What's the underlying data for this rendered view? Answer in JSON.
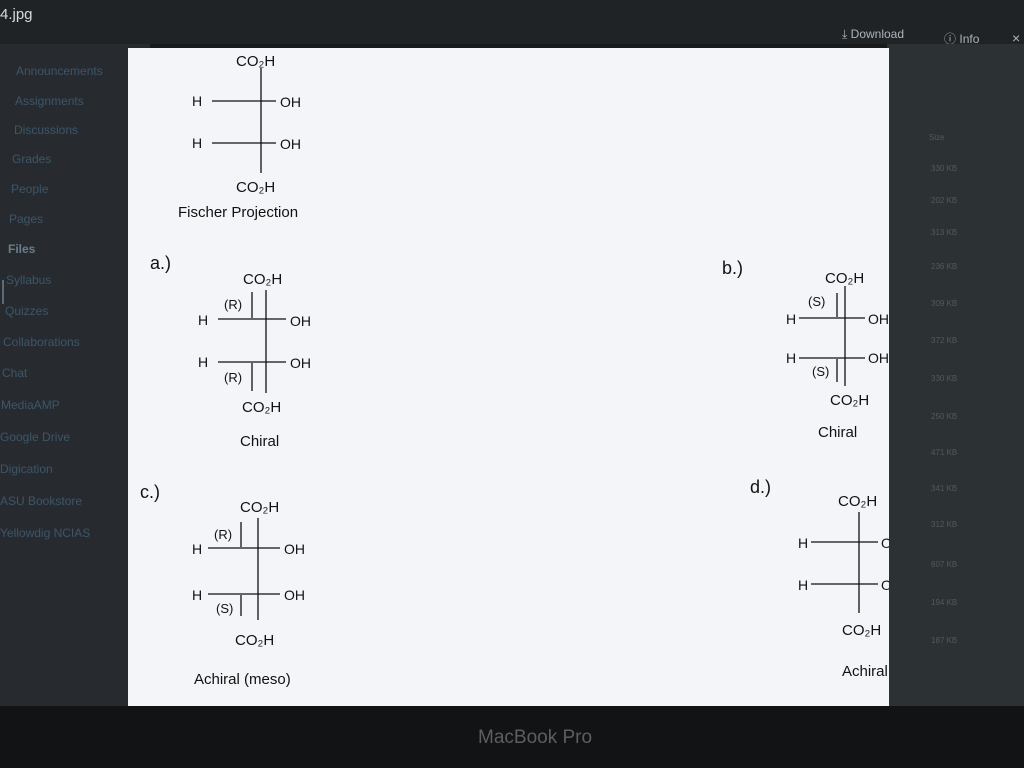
{
  "file": {
    "name": "4.jpg",
    "download_label": "Download",
    "info_label": "Info",
    "close_label": "×"
  },
  "sidebar": {
    "items": [
      "Announcements",
      "Assignments",
      "Discussions",
      "Grades",
      "People",
      "Pages",
      "Files",
      "Syllabus",
      "Quizzes",
      "Collaborations",
      "Chat",
      "MediaAMP",
      "Google Drive",
      "Digication",
      "ASU Bookstore",
      "Yellowdig NCIAS"
    ]
  },
  "file_sizes": [
    "330 KB",
    "202 KB",
    "313 KB",
    "236 KB",
    "309 KB",
    "372 KB",
    "330 KB",
    "250 KB",
    "471 KB",
    "341 KB",
    "312 KB",
    "607 KB",
    "194 KB",
    "187 KB"
  ],
  "size_header": "Size",
  "document": {
    "top": {
      "top": "CO₂H",
      "bottom": "CO₂H",
      "r1_left": "H",
      "r1_right": "OH",
      "r2_left": "H",
      "r2_right": "OH",
      "caption": "Fischer Projection"
    },
    "a": {
      "tag": "a.)",
      "top": "CO₂H",
      "bottom": "CO₂H",
      "d1": "(R)",
      "d2": "(R)",
      "r1_left": "H",
      "r1_right": "OH",
      "r2_left": "H",
      "r2_right": "OH",
      "caption": "Chiral"
    },
    "b": {
      "tag": "b.)",
      "top": "CO₂H",
      "bottom": "CO₂H",
      "d1": "(S)",
      "d2": "(S)",
      "r1_left": "H",
      "r1_right": "OH",
      "r2_left": "H",
      "r2_right": "OH",
      "caption": "Chiral"
    },
    "c": {
      "tag": "c.)",
      "top": "CO₂H",
      "bottom": "CO₂H",
      "d1": "(R)",
      "d2": "(S)",
      "r1_left": "H",
      "r1_right": "OH",
      "r2_left": "H",
      "r2_right": "OH",
      "caption": "Achiral (meso)"
    },
    "d": {
      "tag": "d.)",
      "top": "CO₂H",
      "bottom": "CO₂H",
      "r1_left": "H",
      "r1_right": "OH",
      "r2_left": "H",
      "r2_right": "OH",
      "caption": "Achiral"
    }
  },
  "bezel": {
    "brand": "MacBook Pro"
  }
}
